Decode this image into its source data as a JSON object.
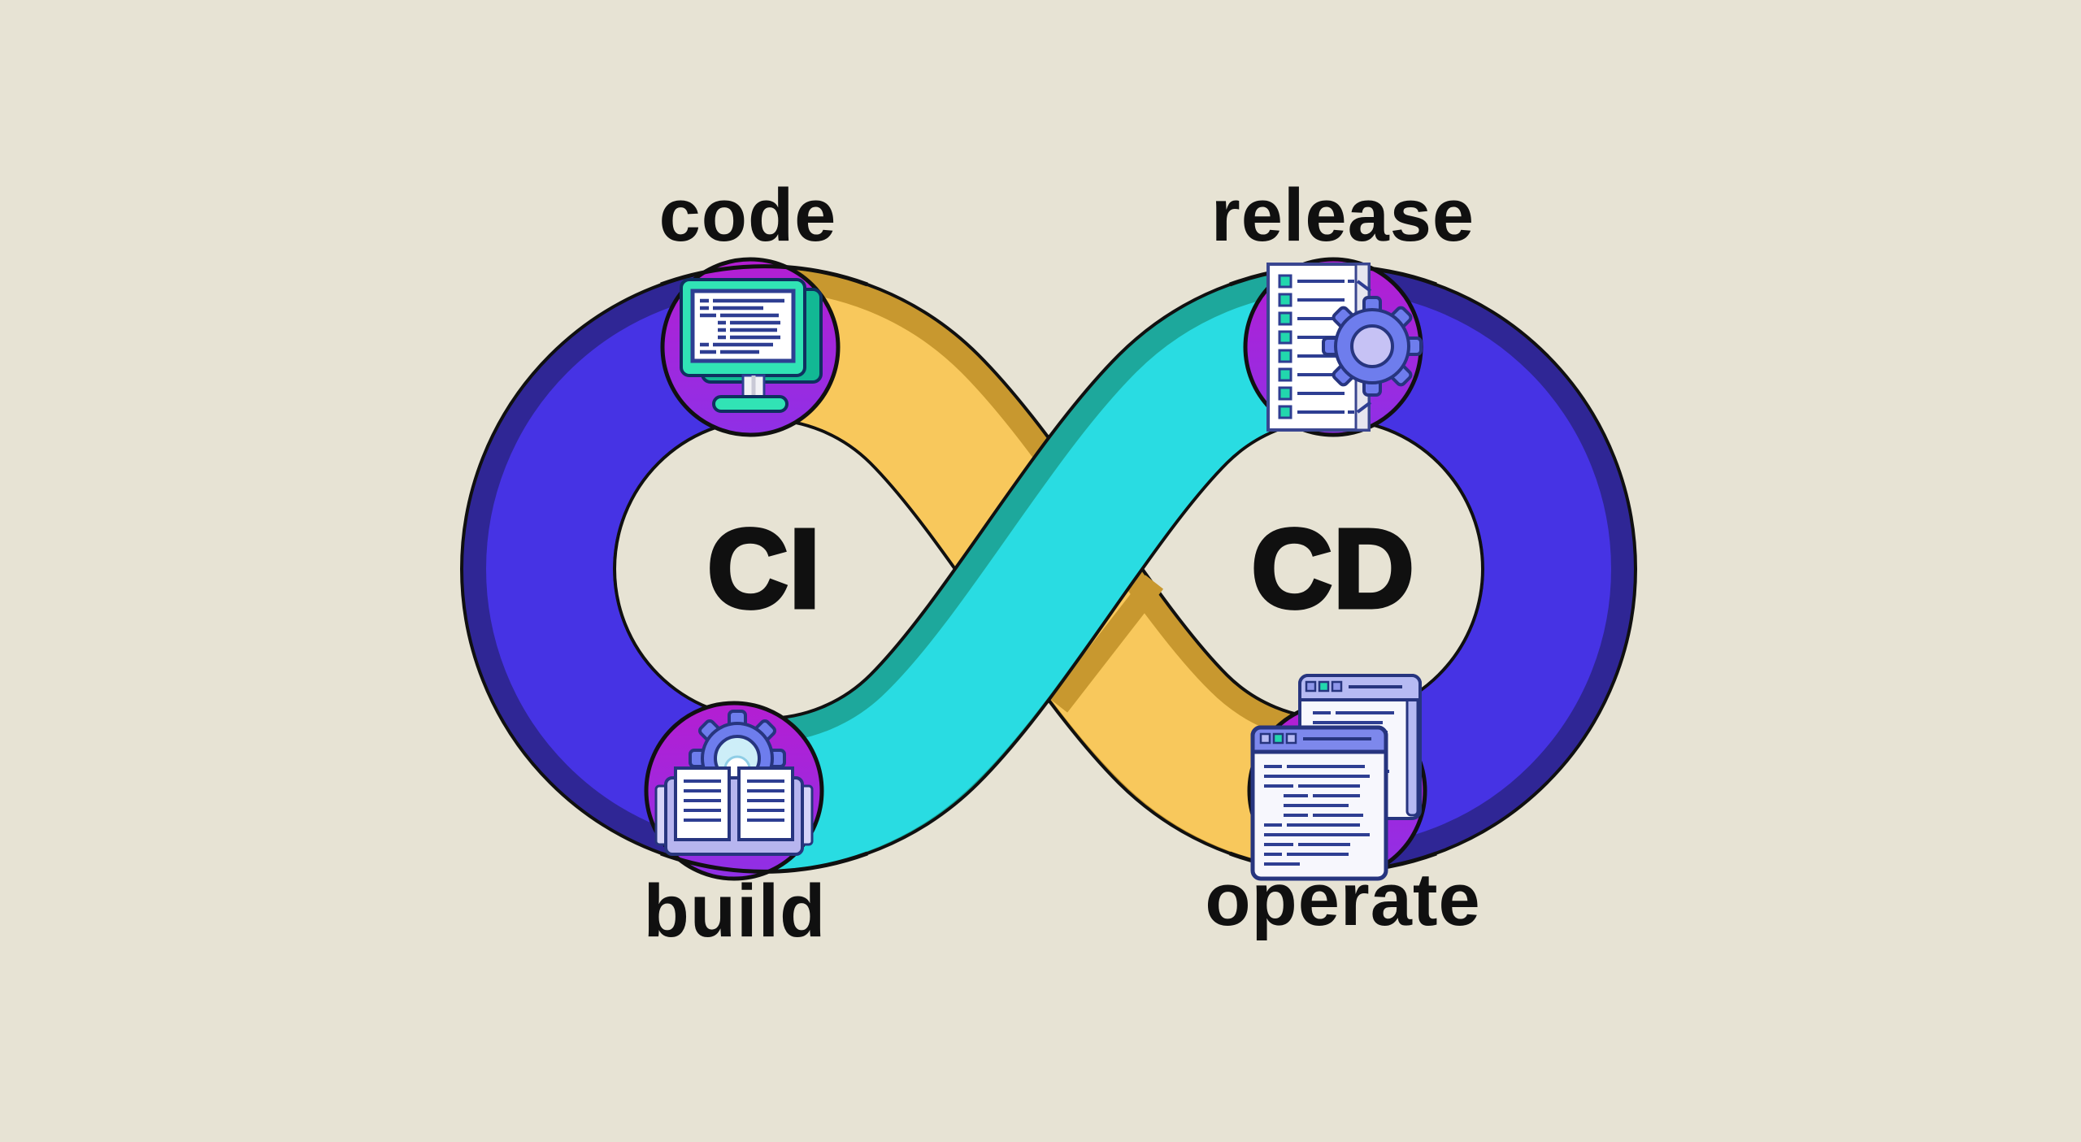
{
  "diagram_type": "ci-cd-infinity-loop",
  "colors": {
    "background": "#e7e3d4",
    "outline": "#101010",
    "ci_ribbon": "#4633e4",
    "ci_ribbon_shade": "#2f2695",
    "cd_ribbon": "#4633e4",
    "cd_ribbon_shade": "#2f2695",
    "code_ribbon": "#f8c85c",
    "code_ribbon_shade": "#c8982f",
    "release_ribbon": "#29dce2",
    "release_ribbon_shade": "#1da89c",
    "badge_gradient_top": "#b41ed2",
    "badge_gradient_bottom": "#8f30e6",
    "icon_navy": "#2e3e92",
    "icon_mint": "#31e3b5",
    "icon_mint_dark": "#12b894",
    "icon_periwinkle": "#6e7ded",
    "icon_lavender": "#c6c2f5",
    "text": "#101010"
  },
  "loops": {
    "left": {
      "label": "CI"
    },
    "right": {
      "label": "CD"
    }
  },
  "stages": [
    {
      "id": "code",
      "label": "code",
      "position": "top-left",
      "icon": "monitor-code-icon"
    },
    {
      "id": "release",
      "label": "release",
      "position": "top-right",
      "icon": "document-gear-icon"
    },
    {
      "id": "build",
      "label": "build",
      "position": "bottom-left",
      "icon": "open-book-gear-icon"
    },
    {
      "id": "operate",
      "label": "operate",
      "position": "bottom-right",
      "icon": "stacked-windows-icon"
    }
  ]
}
